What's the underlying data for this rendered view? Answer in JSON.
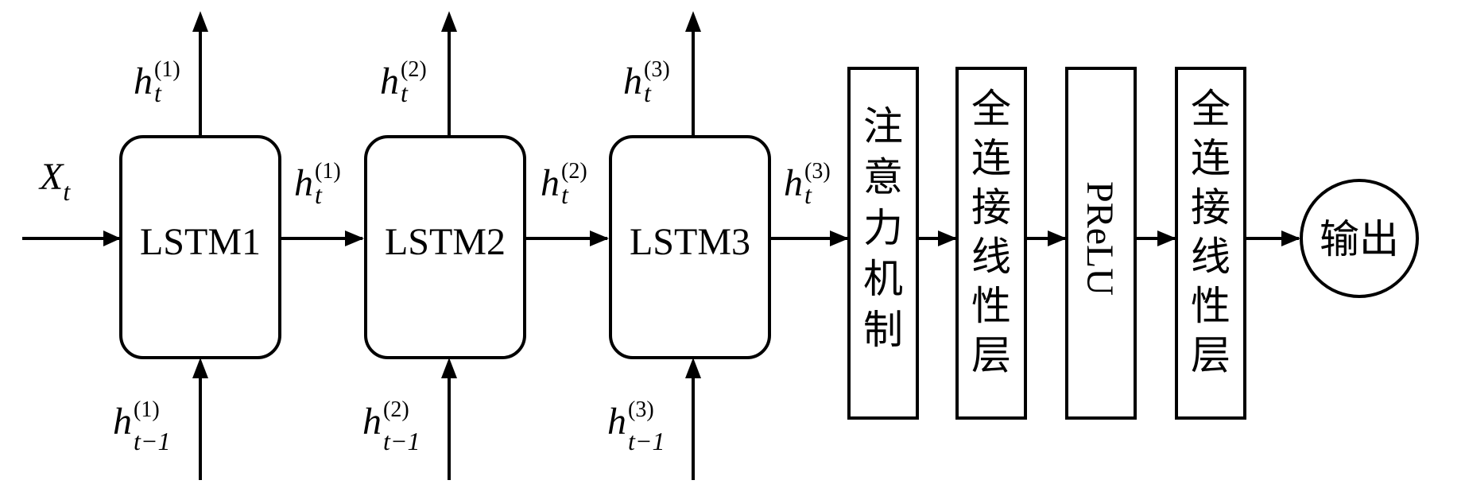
{
  "input": {
    "var": "X",
    "sub": "t"
  },
  "lstm_blocks": [
    {
      "label": "LSTM1",
      "out_var": "h",
      "out_sub": "t",
      "out_sup": "(1)",
      "prev_var": "h",
      "prev_sub": "t−1",
      "prev_sup": "(1)"
    },
    {
      "label": "LSTM2",
      "out_var": "h",
      "out_sub": "t",
      "out_sup": "(2)",
      "prev_var": "h",
      "prev_sub": "t−1",
      "prev_sup": "(2)"
    },
    {
      "label": "LSTM3",
      "out_var": "h",
      "out_sub": "t",
      "out_sup": "(3)",
      "prev_var": "h",
      "prev_sub": "t−1",
      "prev_sup": "(3)"
    }
  ],
  "layers": [
    {
      "id": "attention",
      "chars": [
        "注",
        "意",
        "力",
        "机",
        "制"
      ]
    },
    {
      "id": "fc1",
      "chars": [
        "全",
        "连",
        "接",
        "线",
        "性",
        "层"
      ]
    },
    {
      "id": "prelu",
      "text": "PReLU"
    },
    {
      "id": "fc2",
      "chars": [
        "全",
        "连",
        "接",
        "线",
        "性",
        "层"
      ]
    }
  ],
  "output": {
    "label": "输出"
  },
  "colors": {
    "stroke": "#000000",
    "background": "#ffffff"
  }
}
